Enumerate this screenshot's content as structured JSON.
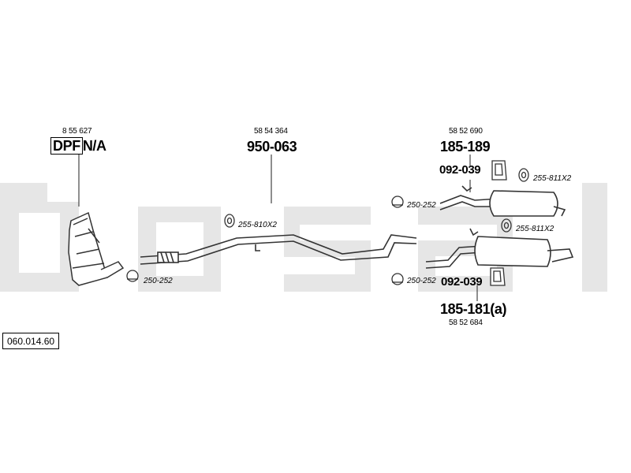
{
  "diagram_ref": "060.014.60",
  "watermark": "bosal",
  "parts": {
    "dpf": {
      "oe": "8 55 627",
      "label_boxed": "DPF",
      "label": "N/A"
    },
    "mid_pipe": {
      "oe": "58 54 364",
      "part": "950-063"
    },
    "rear_upper": {
      "oe": "58 52 690",
      "part": "185-189"
    },
    "rear_lower": {
      "oe": "58 52 684",
      "part": "185-181(a)"
    }
  },
  "mounts": {
    "upper": "092-039",
    "lower": "092-039"
  },
  "fittings": {
    "clamp_front": "250-252",
    "clamp_rear_upper": "250-252",
    "clamp_rear_lower": "250-252",
    "gasket_mid": "255-810X2",
    "gasket_rear_upper": "255-811X2",
    "gasket_rear_lower": "255-811X2"
  }
}
